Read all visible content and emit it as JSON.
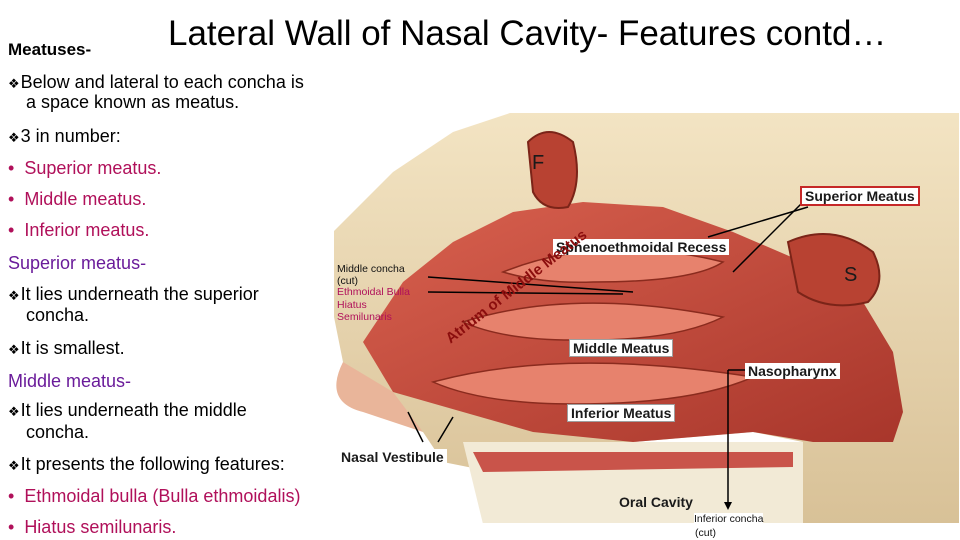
{
  "title": "Lateral Wall of Nasal Cavity- Features contd…",
  "section_label": "Meatuses-",
  "left_text": {
    "intro_line1": "Below and lateral to each concha is",
    "intro_line2": "a space known as meatus.",
    "count_line": "3 in number:",
    "meatus_list": [
      "Superior meatus.",
      "Middle meatus.",
      "Inferior meatus."
    ],
    "superior_heading": "Superior meatus-",
    "superior_point1_line1": "It lies underneath the superior",
    "superior_point1_line2": "concha.",
    "superior_point2": "It is smallest.",
    "middle_heading": "Middle meatus-",
    "middle_point1_line1": "It lies underneath the middle",
    "middle_point1_line2": "concha.",
    "middle_point2": "It presents the following features:",
    "feature_list": [
      "Ethmoidal bulla (Bulla ethmoidalis)",
      "Hiatus semilunaris."
    ]
  },
  "figure": {
    "label_F": "F",
    "label_S": "S",
    "superior_meatus": "Superior Meatus",
    "sphenoethmoidal_recess": "Sphenoethmoidal Recess",
    "middle_concha_cut_line1": "Middle concha",
    "middle_concha_cut_line2": "(cut)",
    "ethmoidal_bulla": "Ethmoidal Bulla",
    "hiatus_line1": "Hiatus",
    "hiatus_line2": "Semilunaris",
    "atrium_of_middle_meatus": "Atrium of Middle Meatus",
    "middle_meatus": "Middle Meatus",
    "nasopharynx": "Nasopharynx",
    "inferior_meatus": "Inferior Meatus",
    "nasal_vestibule": "Nasal Vestibule",
    "oral_cavity": "Oral Cavity",
    "inferior_concha_cut_line1": "Inferior concha",
    "inferior_concha_cut_line2": "(cut)"
  },
  "colors": {
    "accent_magenta": "#b0105a",
    "heading_purple": "#6a1b9a",
    "mucosa_red": "#c94a3a",
    "box_red": "#c62828"
  }
}
